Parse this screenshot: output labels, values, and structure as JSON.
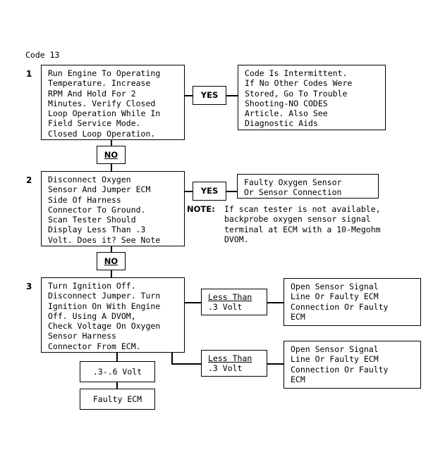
{
  "diagram": {
    "title": "Code 13",
    "steps": [
      {
        "number": "1",
        "instruction": "Run Engine To Operating\nTemperature. Increase\nRPM And Hold For 2\nMinutes. Verify Closed\nLoop Operation While In\nField Service Mode.\nClosed Loop Operation.",
        "branch_label": "YES",
        "outcome": "Code Is Intermittent.\nIf No Other Codes Were\nStored, Go To Trouble\nShooting-NO CODES\nArticle. Also See\nDiagnostic Aids",
        "next_label": "NO"
      },
      {
        "number": "2",
        "instruction": "Disconnect Oxygen\nSensor And Jumper ECM\nSide Of Harness\nConnector To Ground.\nScan Tester Should\nDisplay Less Than .3\nVolt. Does it? See Note",
        "branch_label": "YES",
        "outcome": "Faulty Oxygen Sensor\nOr Sensor Connection",
        "next_label": "NO",
        "note_keyword": "NOTE:",
        "note_text": "If scan tester is not available,\nbackprobe oxygen sensor signal\nterminal at ECM with a 10-Megohm\nDVOM."
      },
      {
        "number": "3",
        "instruction": "Turn Ignition Off.\nDisconnect Jumper. Turn\nIgnition On With Engine\nOff. Using A DVOM,\nCheck Voltage On Oxygen\nSensor Harness\nConnector From ECM.",
        "branches": [
          {
            "condition_line1": "Less Than",
            "condition_line2": ".3 Volt",
            "outcome": "Open Sensor Signal\nLine Or Faulty ECM\nConnection Or Faulty\nECM"
          },
          {
            "condition_line1": "Less Than",
            "condition_line2": ".3 Volt",
            "outcome": "Open Sensor Signal\nLine Or Faulty ECM\nConnection Or Faulty\nECM"
          }
        ],
        "lower_condition": ".3-.6 Volt",
        "lower_outcome": "Faulty ECM"
      }
    ]
  }
}
